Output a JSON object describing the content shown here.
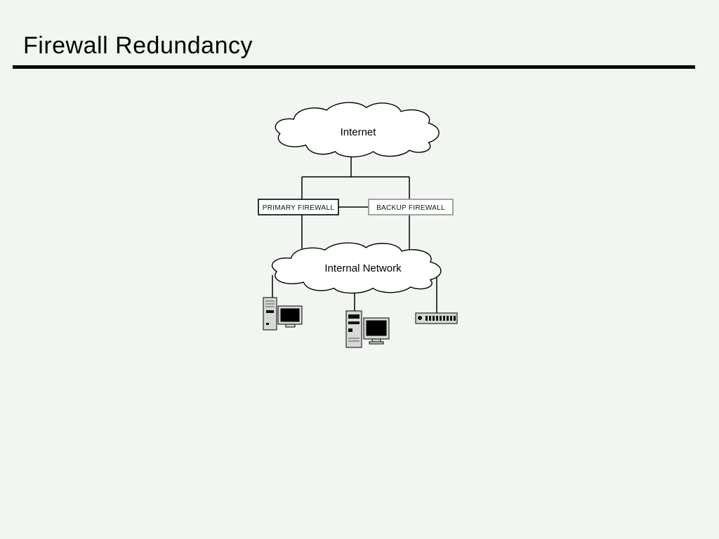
{
  "page": {
    "title": "Firewall Redundancy",
    "background_color": "#f1f6f1"
  },
  "diagram": {
    "internet": {
      "label": "Internet"
    },
    "internal_network": {
      "label": "Internal Network"
    },
    "primary_firewall": {
      "label": "PRIMARY FIREWALL"
    },
    "backup_firewall": {
      "label": "BACKUP FIREWALL"
    },
    "devices": [
      {
        "name": "server-with-monitor"
      },
      {
        "name": "workstation-with-monitor"
      },
      {
        "name": "rack-switch"
      }
    ],
    "colors": {
      "line": "#000000",
      "primary_border": "#000000",
      "backup_border": "#8e8e8e",
      "device_fill": "#d8d8d8"
    }
  }
}
